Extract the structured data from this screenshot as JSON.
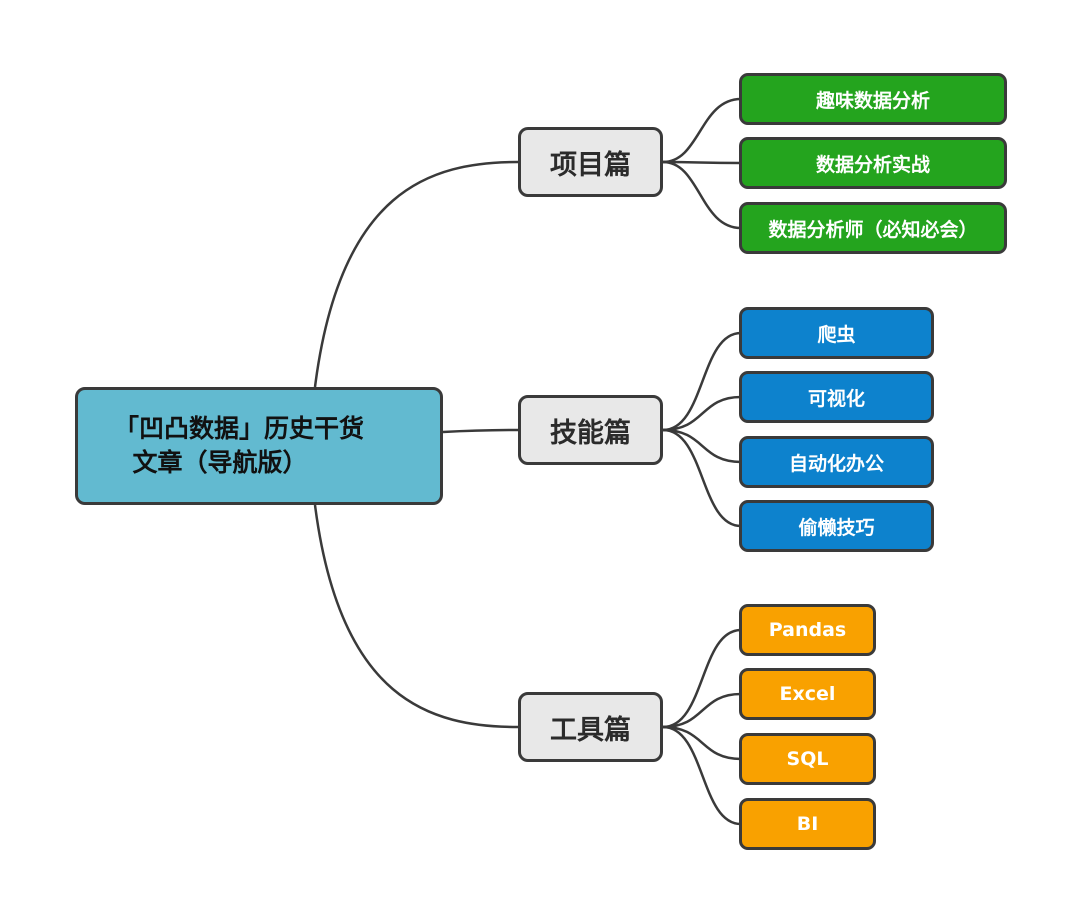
{
  "mindmap": {
    "root": {
      "line1": "「凹凸数据」历史干货",
      "line2": "文章（导航版）"
    },
    "branches": [
      {
        "label": "项目篇",
        "color": "#24a41e",
        "children": [
          "趣味数据分析",
          "数据分析实战",
          "数据分析师（必知必会）"
        ]
      },
      {
        "label": "技能篇",
        "color": "#0d82cd",
        "children": [
          "爬虫",
          "可视化",
          "自动化办公",
          "偷懒技巧"
        ]
      },
      {
        "label": "工具篇",
        "color": "#f9a100",
        "children": [
          "Pandas",
          "Excel",
          "SQL",
          "BI"
        ]
      }
    ],
    "colors": {
      "root_fill": "#62bad0",
      "branch_fill": "#e8e8e8",
      "outline": "#3a3a3a"
    }
  }
}
